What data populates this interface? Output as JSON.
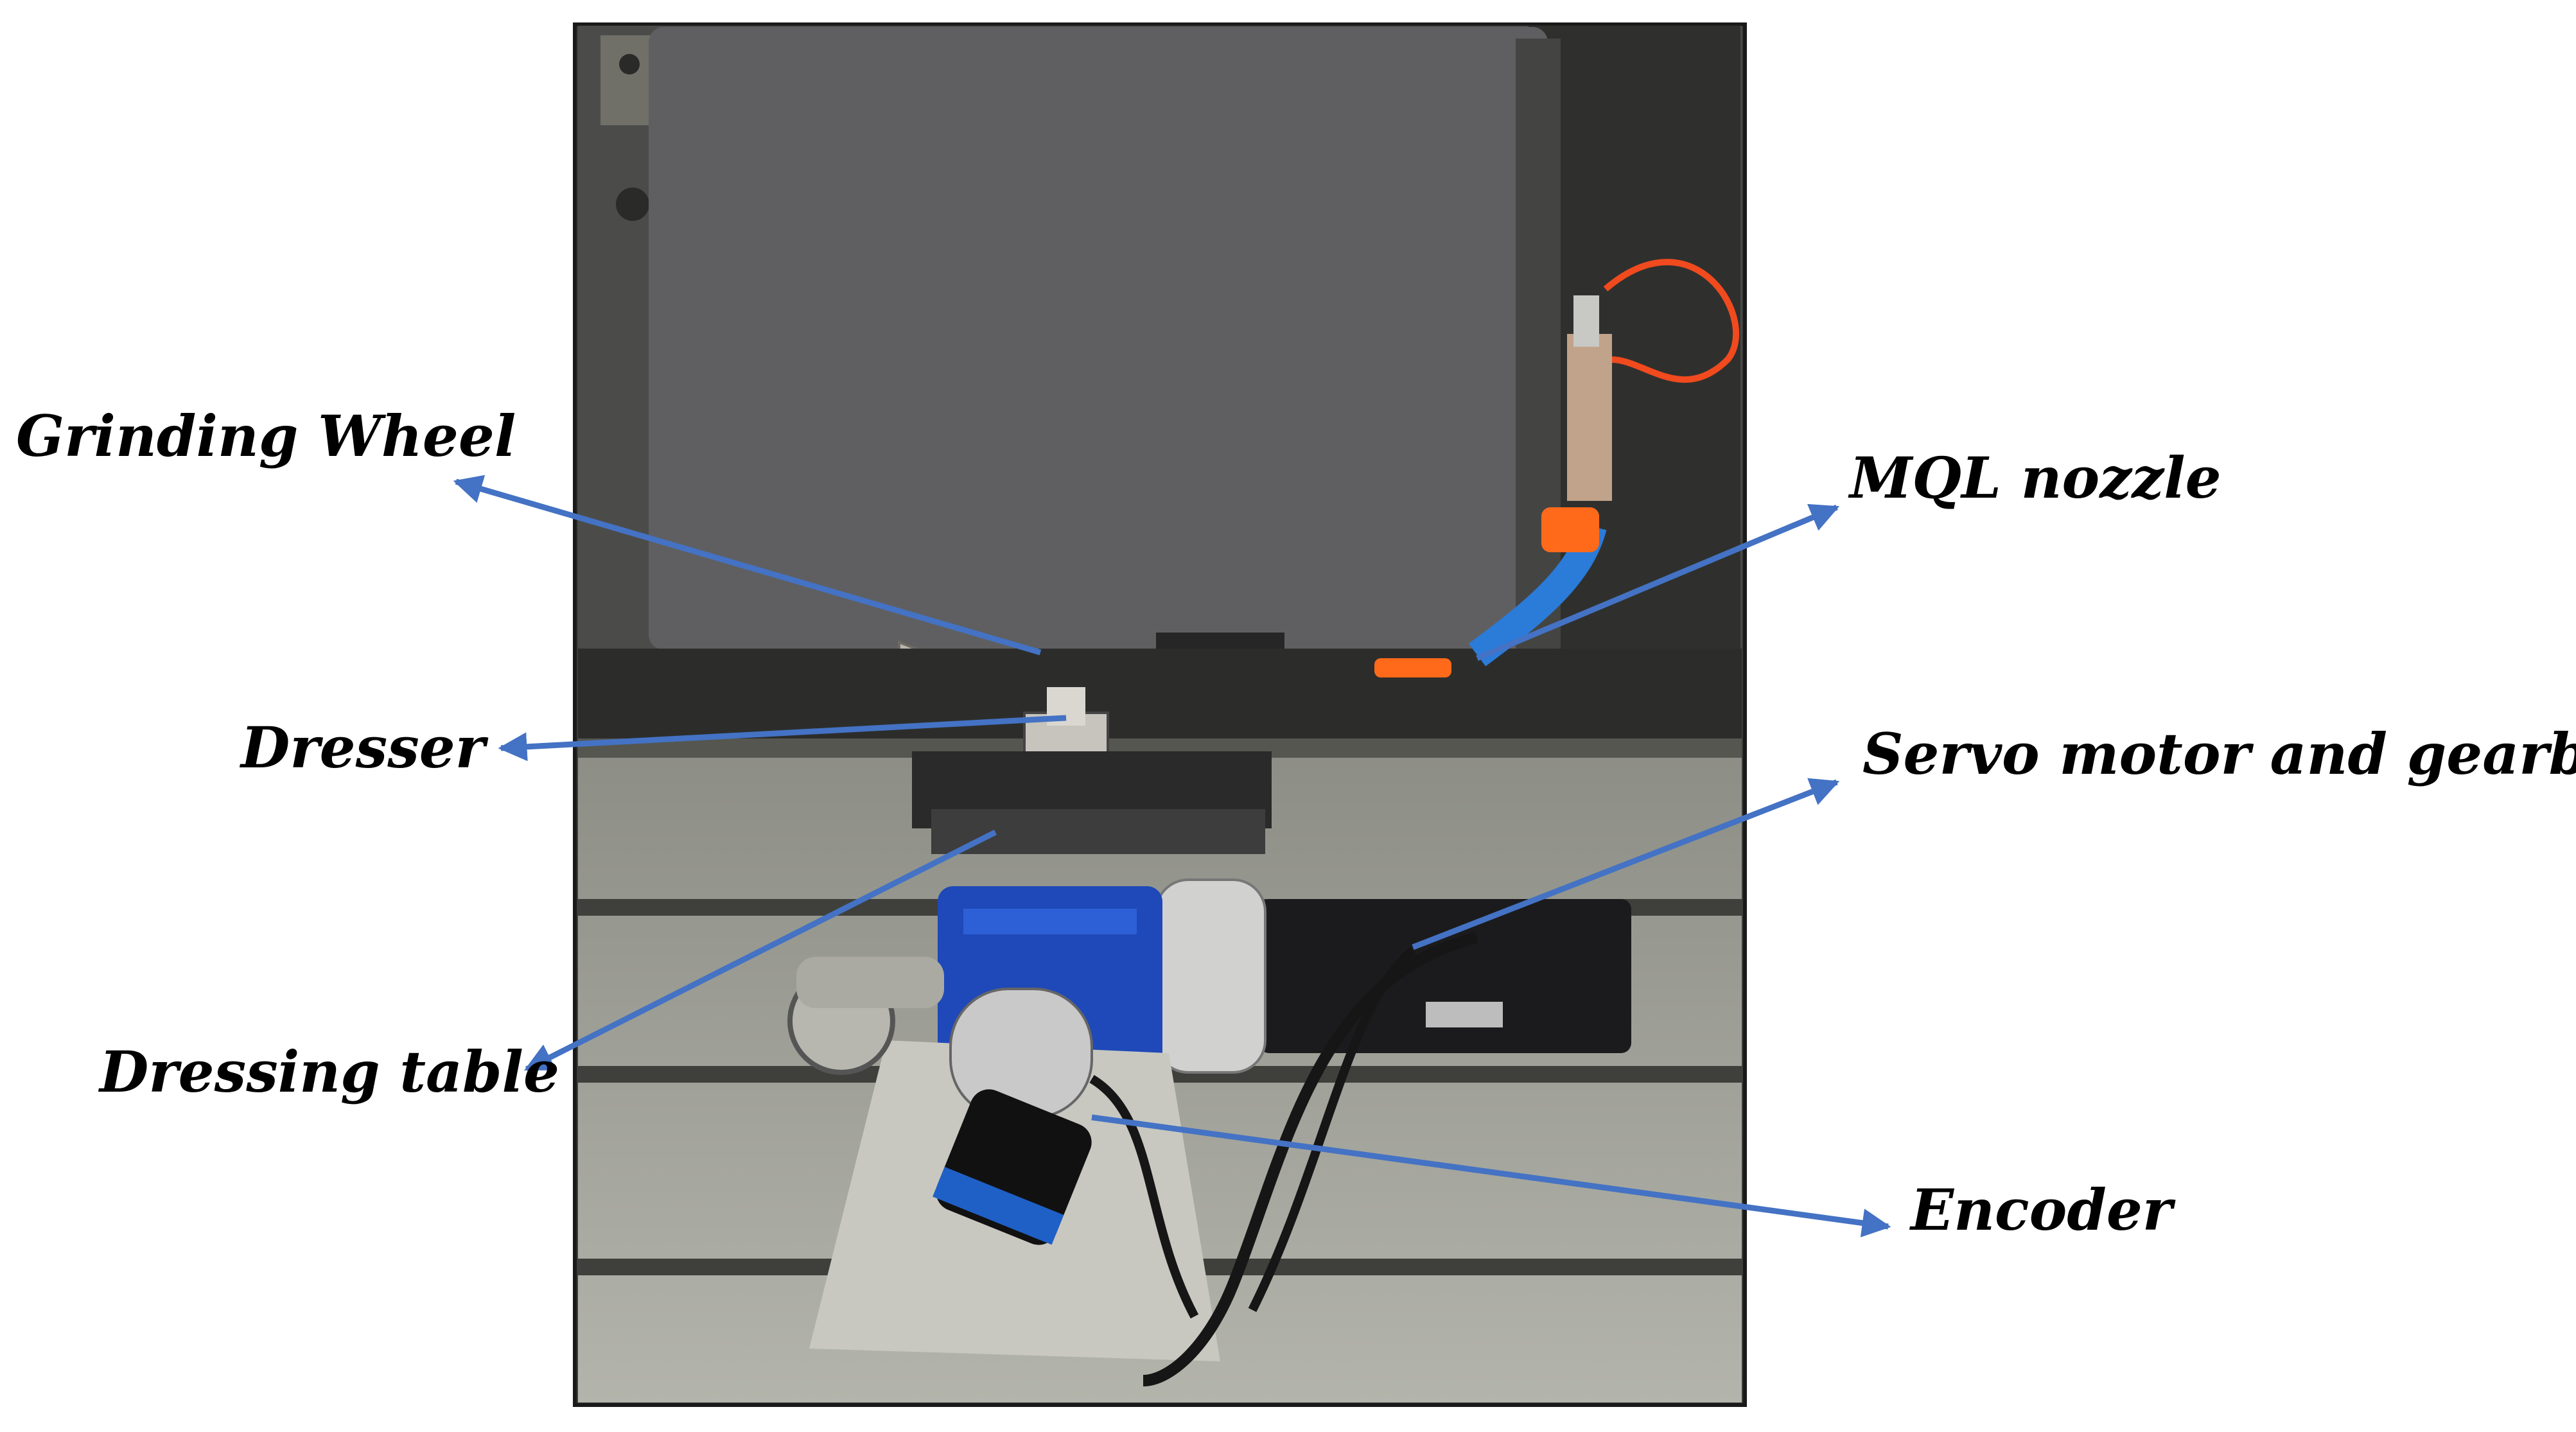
{
  "labels": {
    "grinding_wheel": "Grinding Wheel",
    "mql_nozzle": "MQL nozzle",
    "dresser": "Dresser",
    "servo_motor": "Servo motor and gearbox",
    "dressing_table": "Dressing table",
    "encoder": "Encoder"
  },
  "colors": {
    "arrow": "#4472C4",
    "wheel_housing": "#5f5f61",
    "machine_bed": "#9a9b91",
    "gearbox": "#1f49b8",
    "nozzle": "#ff6a1a",
    "hose": "#f04a1e"
  },
  "icons": {
    "arrow_head": "filled-triangle"
  }
}
